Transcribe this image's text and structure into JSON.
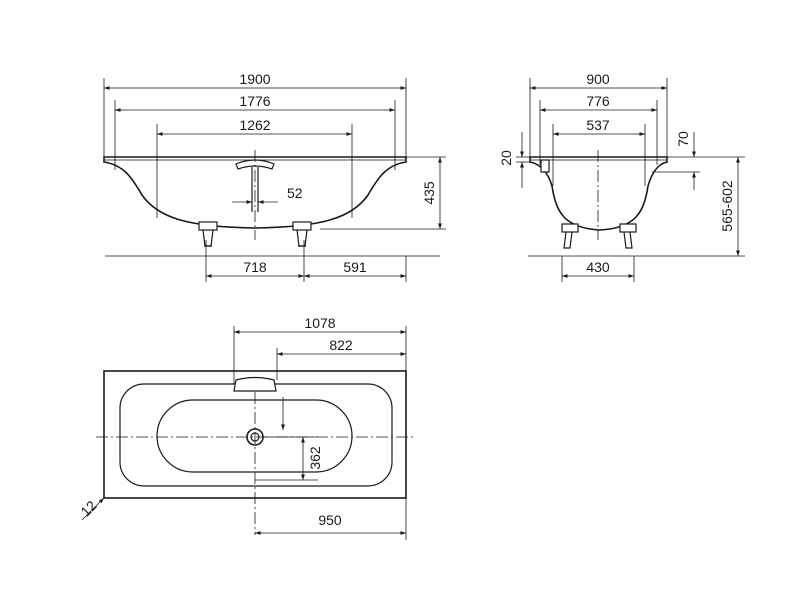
{
  "front_view": {
    "overall_length": "1900",
    "inner_length": "1776",
    "inner_bottom_length": "1262",
    "headrest_offset": "52",
    "height": "435",
    "foot_left": "718",
    "foot_right": "591"
  },
  "side_view": {
    "overall_width": "900",
    "inner_width": "776",
    "bottom_width": "537",
    "rim_depth": "20",
    "rim_drop": "70",
    "installed_height": "565-602",
    "foot_span": "430"
  },
  "plan_view": {
    "drain_to_end": "1078",
    "overflow_to_end": "822",
    "drain_offset": "362",
    "drain_from_end": "950",
    "corner_radius": "12"
  }
}
